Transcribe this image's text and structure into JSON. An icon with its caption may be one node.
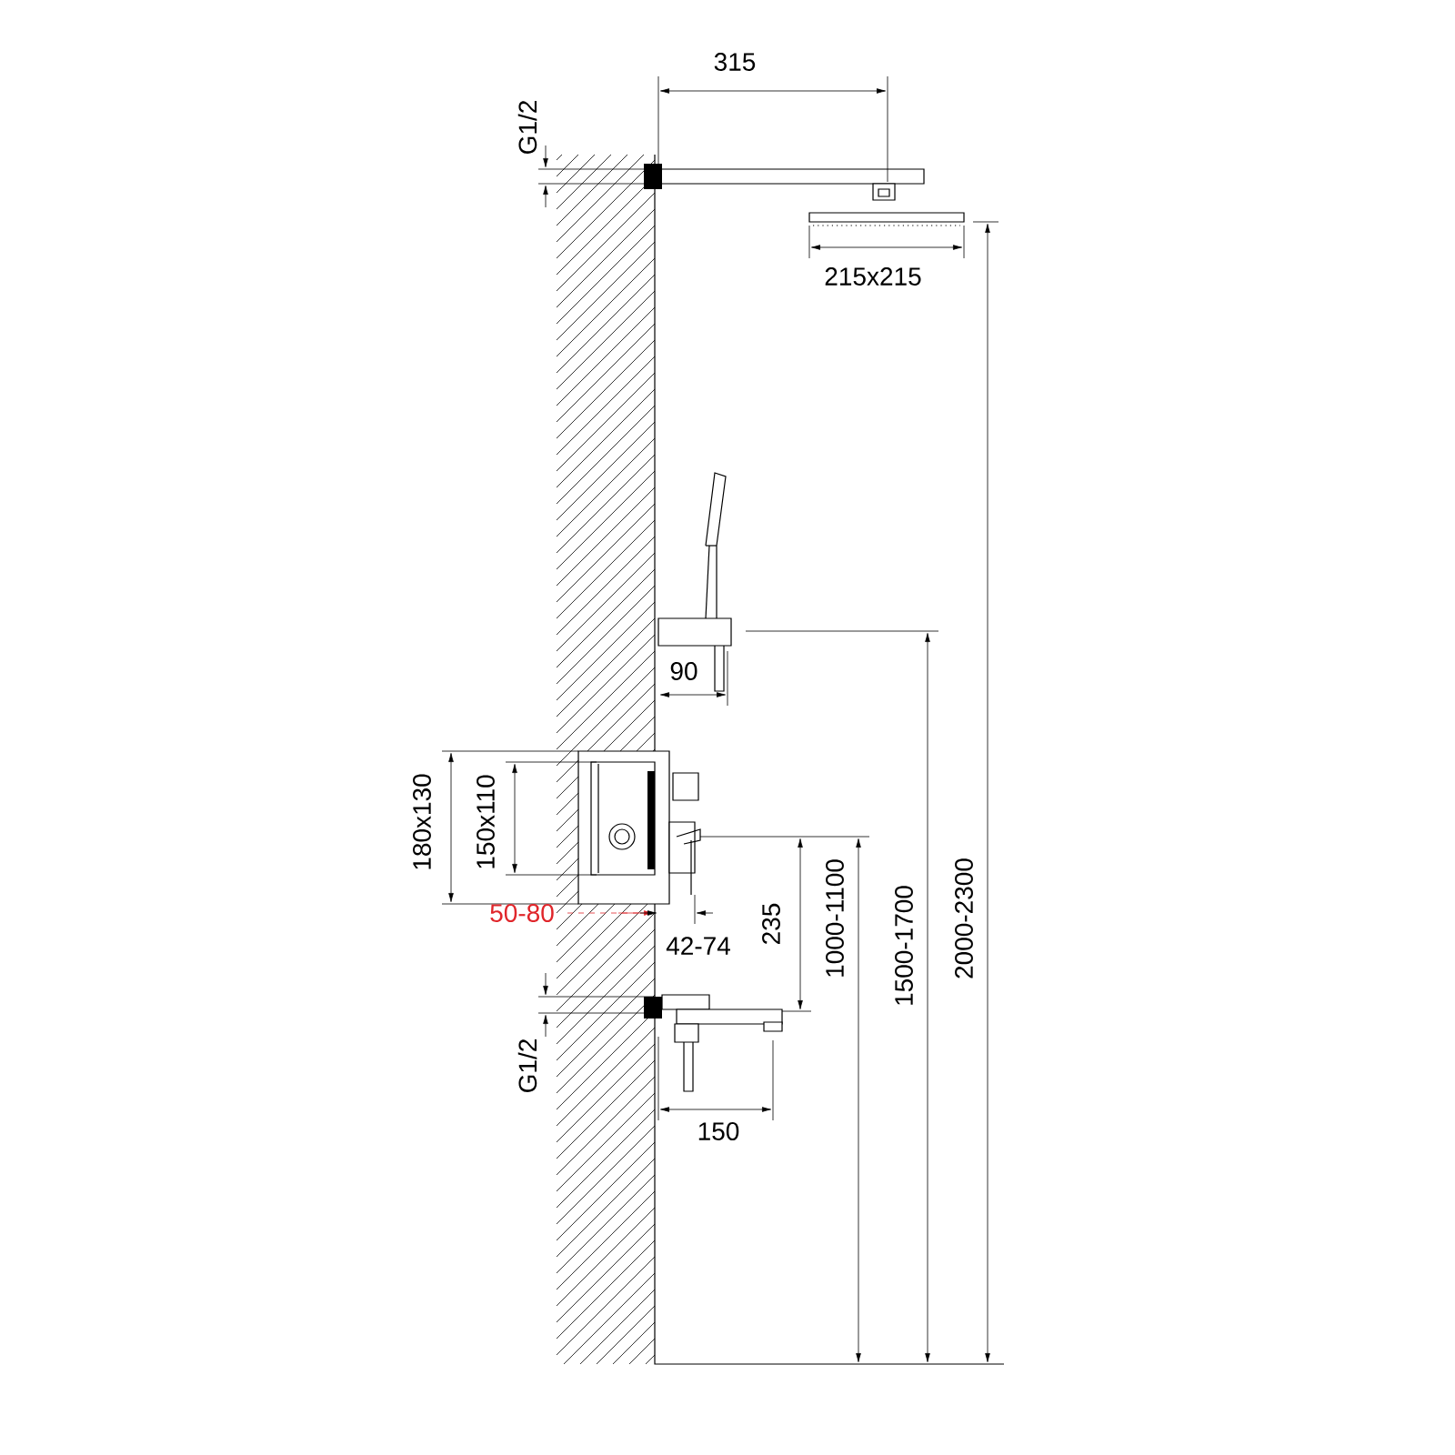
{
  "diagram": {
    "labels": [
      "315",
      "G1/2",
      "215x215",
      "90",
      "180x130",
      "150x110",
      "50-80",
      "42-74",
      "235",
      "1000-1100",
      "1500-1700",
      "2000-2300",
      "G1/2",
      "150"
    ]
  }
}
